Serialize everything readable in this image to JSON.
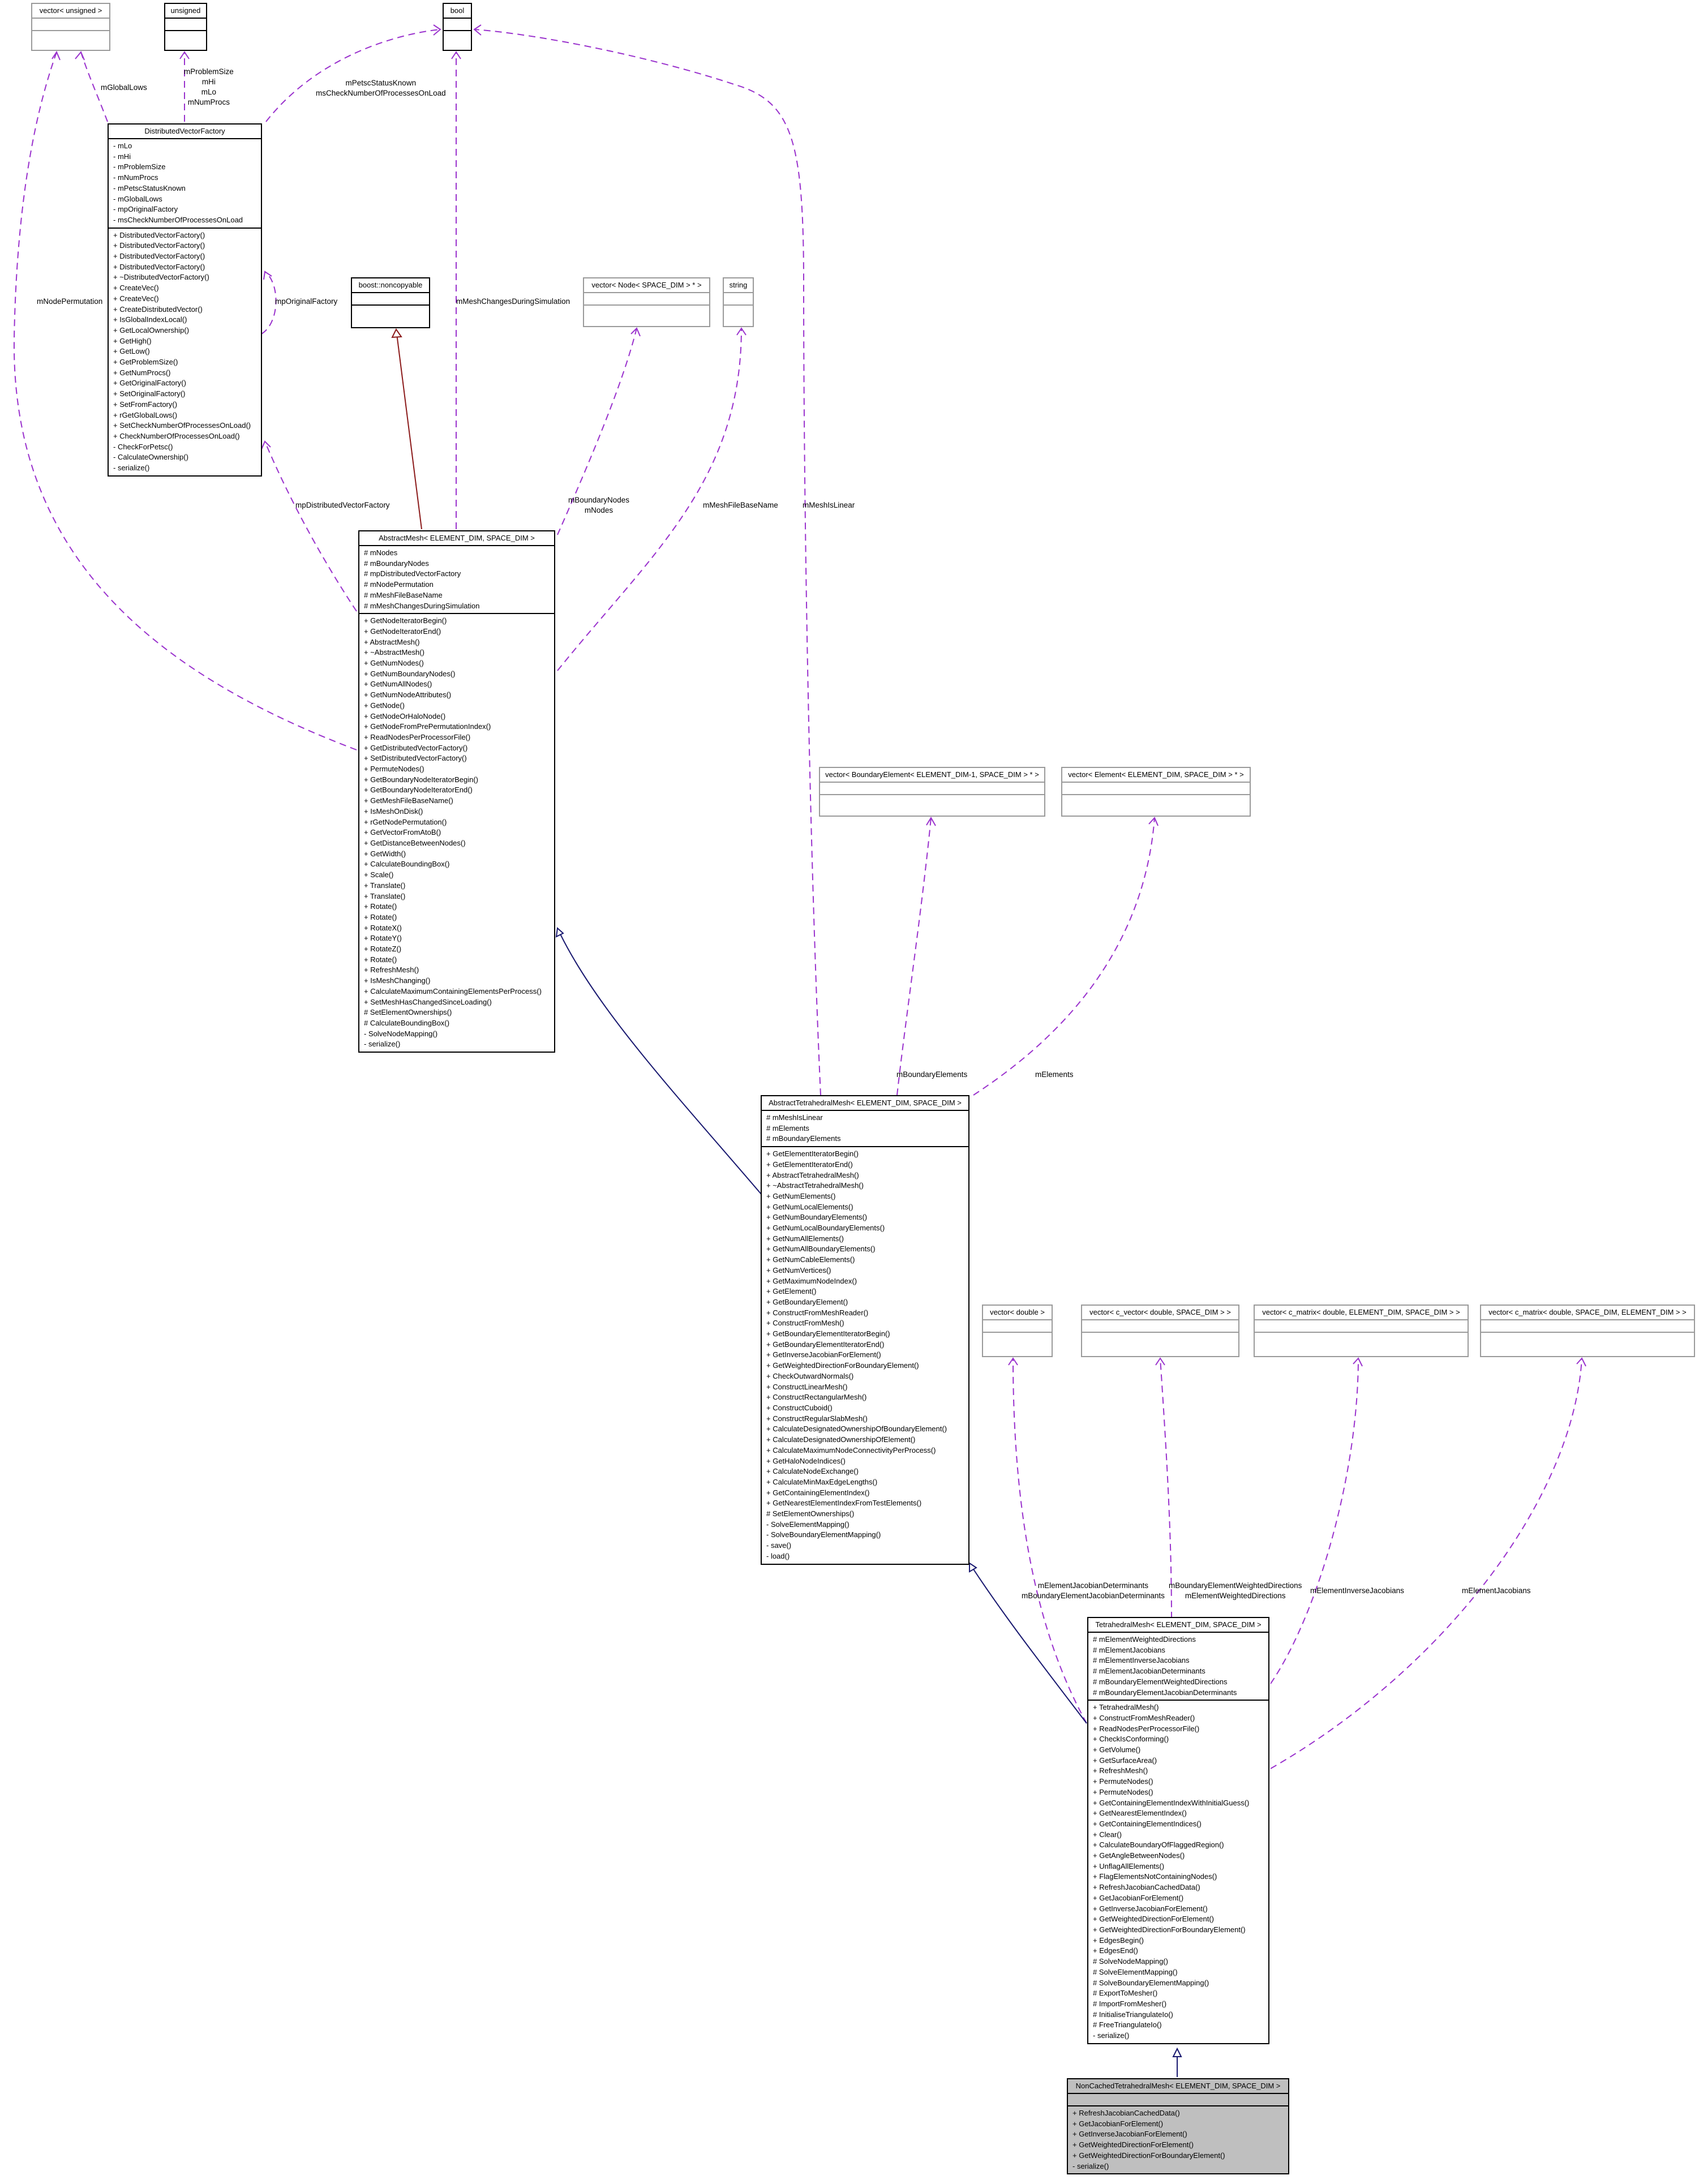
{
  "colors": {
    "dependency": "#9a32cd",
    "inheritance": "#191970",
    "private_inheritance": "#8b1a1a",
    "highlight_fill": "#bfbfbf",
    "external_border": "#9a9a9a"
  },
  "classes": {
    "vector_unsigned": {
      "name": "vector< unsigned >",
      "attributes": [],
      "methods": []
    },
    "unsigned": {
      "name": "unsigned",
      "attributes": [],
      "methods": []
    },
    "bool": {
      "name": "bool",
      "attributes": [],
      "methods": []
    },
    "boost_noncopyable": {
      "name": "boost::noncopyable",
      "attributes": [],
      "methods": []
    },
    "vector_node": {
      "name": "vector< Node< SPACE_DIM > * >",
      "attributes": [],
      "methods": []
    },
    "string": {
      "name": "string",
      "attributes": [],
      "methods": []
    },
    "vector_boundary_element": {
      "name": "vector< BoundaryElement< ELEMENT_DIM-1, SPACE_DIM > * >",
      "attributes": [],
      "methods": []
    },
    "vector_element": {
      "name": "vector< Element< ELEMENT_DIM, SPACE_DIM > * >",
      "attributes": [],
      "methods": []
    },
    "vector_double": {
      "name": "vector< double >",
      "attributes": [],
      "methods": []
    },
    "vector_c_vector": {
      "name": "vector< c_vector< double, SPACE_DIM > >",
      "attributes": [],
      "methods": []
    },
    "vector_c_matrix_es": {
      "name": "vector< c_matrix< double, ELEMENT_DIM, SPACE_DIM > >",
      "attributes": [],
      "methods": []
    },
    "vector_c_matrix_se": {
      "name": "vector< c_matrix< double, SPACE_DIM, ELEMENT_DIM > >",
      "attributes": [],
      "methods": []
    },
    "distributed_vector_factory": {
      "name": "DistributedVectorFactory",
      "attributes": [
        "- mLo",
        "- mHi",
        "- mProblemSize",
        "- mNumProcs",
        "- mPetscStatusKnown",
        "- mGlobalLows",
        "- mpOriginalFactory",
        "- msCheckNumberOfProcessesOnLoad"
      ],
      "methods": [
        "+ DistributedVectorFactory()",
        "+ DistributedVectorFactory()",
        "+ DistributedVectorFactory()",
        "+ DistributedVectorFactory()",
        "+ ~DistributedVectorFactory()",
        "+ CreateVec()",
        "+ CreateVec()",
        "+ CreateDistributedVector()",
        "+ IsGlobalIndexLocal()",
        "+ GetLocalOwnership()",
        "+ GetHigh()",
        "+ GetLow()",
        "+ GetProblemSize()",
        "+ GetNumProcs()",
        "+ GetOriginalFactory()",
        "+ SetOriginalFactory()",
        "+ SetFromFactory()",
        "+ rGetGlobalLows()",
        "+ SetCheckNumberOfProcessesOnLoad()",
        "+ CheckNumberOfProcessesOnLoad()",
        "- CheckForPetsc()",
        "- CalculateOwnership()",
        "- serialize()"
      ]
    },
    "abstract_mesh": {
      "name": "AbstractMesh< ELEMENT_DIM, SPACE_DIM >",
      "attributes": [
        "# mNodes",
        "# mBoundaryNodes",
        "# mpDistributedVectorFactory",
        "# mNodePermutation",
        "# mMeshFileBaseName",
        "# mMeshChangesDuringSimulation"
      ],
      "methods": [
        "+ GetNodeIteratorBegin()",
        "+ GetNodeIteratorEnd()",
        "+ AbstractMesh()",
        "+ ~AbstractMesh()",
        "+ GetNumNodes()",
        "+ GetNumBoundaryNodes()",
        "+ GetNumAllNodes()",
        "+ GetNumNodeAttributes()",
        "+ GetNode()",
        "+ GetNodeOrHaloNode()",
        "+ GetNodeFromPrePermutationIndex()",
        "+ ReadNodesPerProcessorFile()",
        "+ GetDistributedVectorFactory()",
        "+ SetDistributedVectorFactory()",
        "+ PermuteNodes()",
        "+ GetBoundaryNodeIteratorBegin()",
        "+ GetBoundaryNodeIteratorEnd()",
        "+ GetMeshFileBaseName()",
        "+ IsMeshOnDisk()",
        "+ rGetNodePermutation()",
        "+ GetVectorFromAtoB()",
        "+ GetDistanceBetweenNodes()",
        "+ GetWidth()",
        "+ CalculateBoundingBox()",
        "+ Scale()",
        "+ Translate()",
        "+ Translate()",
        "+ Rotate()",
        "+ Rotate()",
        "+ RotateX()",
        "+ RotateY()",
        "+ RotateZ()",
        "+ Rotate()",
        "+ RefreshMesh()",
        "+ IsMeshChanging()",
        "+ CalculateMaximumContainingElementsPerProcess()",
        "+ SetMeshHasChangedSinceLoading()",
        "# SetElementOwnerships()",
        "# CalculateBoundingBox()",
        "- SolveNodeMapping()",
        "- serialize()"
      ]
    },
    "abstract_tetrahedral_mesh": {
      "name": "AbstractTetrahedralMesh< ELEMENT_DIM, SPACE_DIM >",
      "attributes": [
        "# mMeshIsLinear",
        "# mElements",
        "# mBoundaryElements"
      ],
      "methods": [
        "+ GetElementIteratorBegin()",
        "+ GetElementIteratorEnd()",
        "+ AbstractTetrahedralMesh()",
        "+ ~AbstractTetrahedralMesh()",
        "+ GetNumElements()",
        "+ GetNumLocalElements()",
        "+ GetNumBoundaryElements()",
        "+ GetNumLocalBoundaryElements()",
        "+ GetNumAllElements()",
        "+ GetNumAllBoundaryElements()",
        "+ GetNumCableElements()",
        "+ GetNumVertices()",
        "+ GetMaximumNodeIndex()",
        "+ GetElement()",
        "+ GetBoundaryElement()",
        "+ ConstructFromMeshReader()",
        "+ ConstructFromMesh()",
        "+ GetBoundaryElementIteratorBegin()",
        "+ GetBoundaryElementIteratorEnd()",
        "+ GetInverseJacobianForElement()",
        "+ GetWeightedDirectionForBoundaryElement()",
        "+ CheckOutwardNormals()",
        "+ ConstructLinearMesh()",
        "+ ConstructRectangularMesh()",
        "+ ConstructCuboid()",
        "+ ConstructRegularSlabMesh()",
        "+ CalculateDesignatedOwnershipOfBoundaryElement()",
        "+ CalculateDesignatedOwnershipOfElement()",
        "+ CalculateMaximumNodeConnectivityPerProcess()",
        "+ GetHaloNodeIndices()",
        "+ CalculateNodeExchange()",
        "+ CalculateMinMaxEdgeLengths()",
        "+ GetContainingElementIndex()",
        "+ GetNearestElementIndexFromTestElements()",
        "# SetElementOwnerships()",
        "- SolveElementMapping()",
        "- SolveBoundaryElementMapping()",
        "- save()",
        "- load()"
      ]
    },
    "tetrahedral_mesh": {
      "name": "TetrahedralMesh< ELEMENT_DIM, SPACE_DIM >",
      "attributes": [
        "# mElementWeightedDirections",
        "# mElementJacobians",
        "# mElementInverseJacobians",
        "# mElementJacobianDeterminants",
        "# mBoundaryElementWeightedDirections",
        "# mBoundaryElementJacobianDeterminants"
      ],
      "methods": [
        "+ TetrahedralMesh()",
        "+ ConstructFromMeshReader()",
        "+ ReadNodesPerProcessorFile()",
        "+ CheckIsConforming()",
        "+ GetVolume()",
        "+ GetSurfaceArea()",
        "+ RefreshMesh()",
        "+ PermuteNodes()",
        "+ PermuteNodes()",
        "+ GetContainingElementIndexWithInitialGuess()",
        "+ GetNearestElementIndex()",
        "+ GetContainingElementIndices()",
        "+ Clear()",
        "+ CalculateBoundaryOfFlaggedRegion()",
        "+ GetAngleBetweenNodes()",
        "+ UnflagAllElements()",
        "+ FlagElementsNotContainingNodes()",
        "+ RefreshJacobianCachedData()",
        "+ GetJacobianForElement()",
        "+ GetInverseJacobianForElement()",
        "+ GetWeightedDirectionForElement()",
        "+ GetWeightedDirectionForBoundaryElement()",
        "+ EdgesBegin()",
        "+ EdgesEnd()",
        "# SolveNodeMapping()",
        "# SolveElementMapping()",
        "# SolveBoundaryElementMapping()",
        "# ExportToMesher()",
        "# ImportFromMesher()",
        "# InitialiseTriangulateIo()",
        "# FreeTriangulateIo()",
        "- serialize()"
      ]
    },
    "non_cached_tetrahedral_mesh": {
      "name": "NonCachedTetrahedralMesh< ELEMENT_DIM, SPACE_DIM >",
      "attributes": [],
      "methods": [
        "+ RefreshJacobianCachedData()",
        "+ GetJacobianForElement()",
        "+ GetInverseJacobianForElement()",
        "+ GetWeightedDirectionForElement()",
        "+ GetWeightedDirectionForBoundaryElement()",
        "- serialize()"
      ]
    }
  },
  "edge_labels": {
    "global_lows": [
      "mGlobalLows"
    ],
    "unsigned_fields": [
      "mProblemSize",
      "mHi",
      "mLo",
      "mNumProcs"
    ],
    "petsc": [
      "mPetscStatusKnown",
      "msCheckNumberOfProcessesOnLoad"
    ],
    "original_factory": [
      "mpOriginalFactory"
    ],
    "node_permutation": [
      "mNodePermutation"
    ],
    "mesh_changes": [
      "mMeshChangesDuringSimulation"
    ],
    "distributed_vector_factory": [
      "mpDistributedVectorFactory"
    ],
    "boundary_nodes": [
      "mBoundaryNodes",
      "mNodes"
    ],
    "mesh_file_base_name": [
      "mMeshFileBaseName"
    ],
    "mesh_is_linear": [
      "mMeshIsLinear"
    ],
    "boundary_elements": [
      "mBoundaryElements"
    ],
    "elements": [
      "mElements"
    ],
    "jacobian_determinants": [
      "mElementJacobianDeterminants",
      "mBoundaryElementJacobianDeterminants"
    ],
    "weighted_directions": [
      "mBoundaryElementWeightedDirections",
      "mElementWeightedDirections"
    ],
    "inverse_jacobians": [
      "mElementInverseJacobians"
    ],
    "jacobians": [
      "mElementJacobians"
    ]
  }
}
